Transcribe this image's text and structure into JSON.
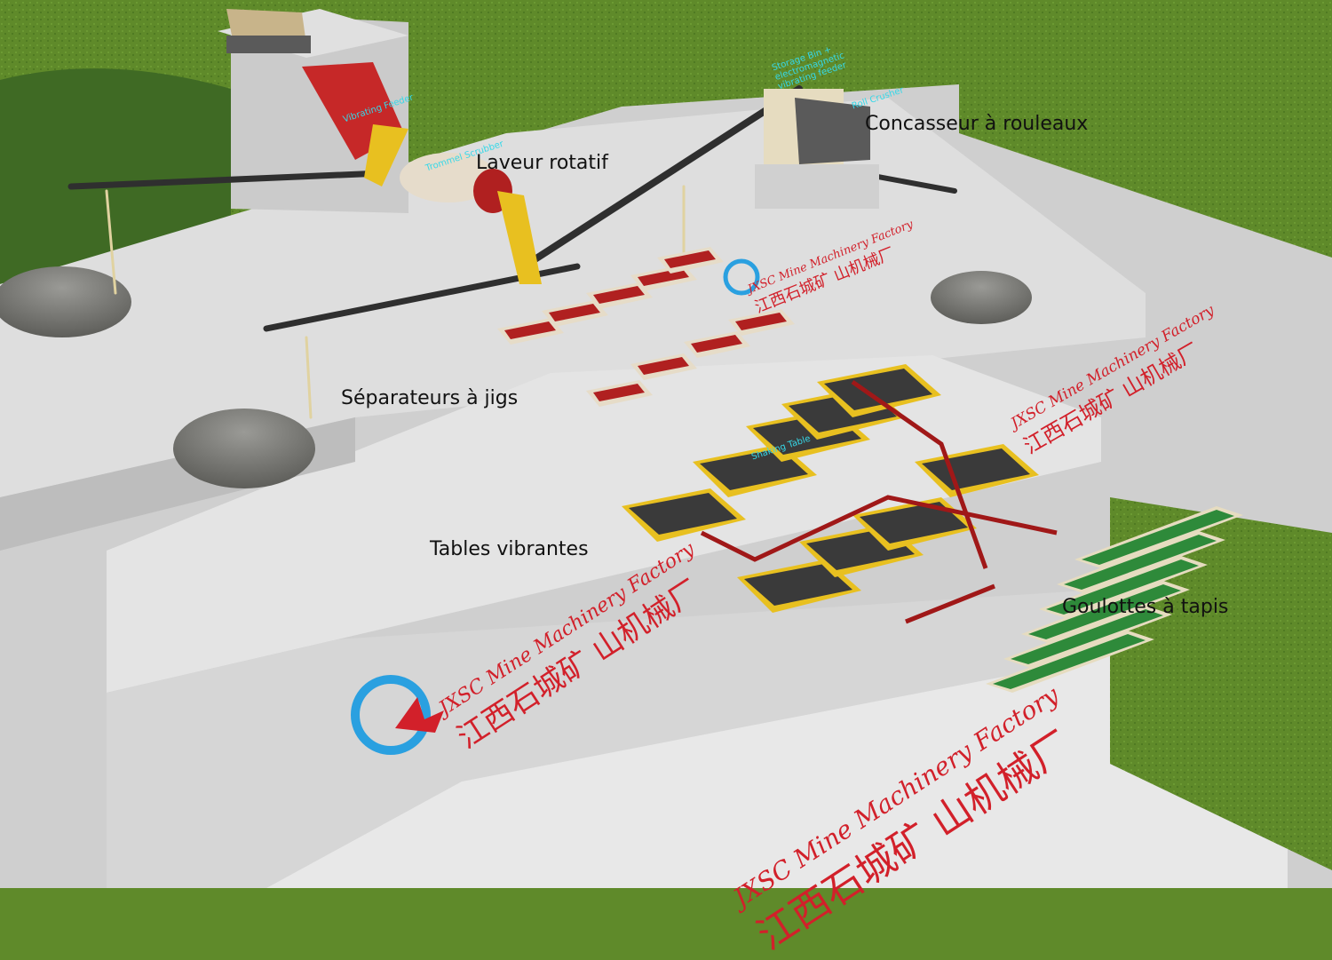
{
  "labels": {
    "trommel": "Laveur rotatif",
    "crusher": "Concasseur à rouleaux",
    "jigs": "Séparateurs à jigs",
    "tables": "Tables vibrantes",
    "sluices": "Goulottes à tapis"
  },
  "equipment_tags": {
    "storage_bin": "Storage Bin + electromagnetic vibrating feeder",
    "vibrating_feeder": "Vibrating Feeder",
    "trommel": "Trommel Scrubber",
    "roll_crusher": "Roll Crusher",
    "shaking_table": "Shaking Table"
  },
  "watermark": {
    "en": "JXSC Mine Machinery Factory",
    "cn": "江西石城矿 山机械厂"
  },
  "colors": {
    "grass": "#5f8a2a",
    "concrete": "#d9d9d9",
    "steel_yellow": "#e8c020",
    "belt_red": "#b02020",
    "table_dark": "#3a3a3a",
    "watermark_red": "#d2202a",
    "tag_cyan": "#36d8e8"
  }
}
